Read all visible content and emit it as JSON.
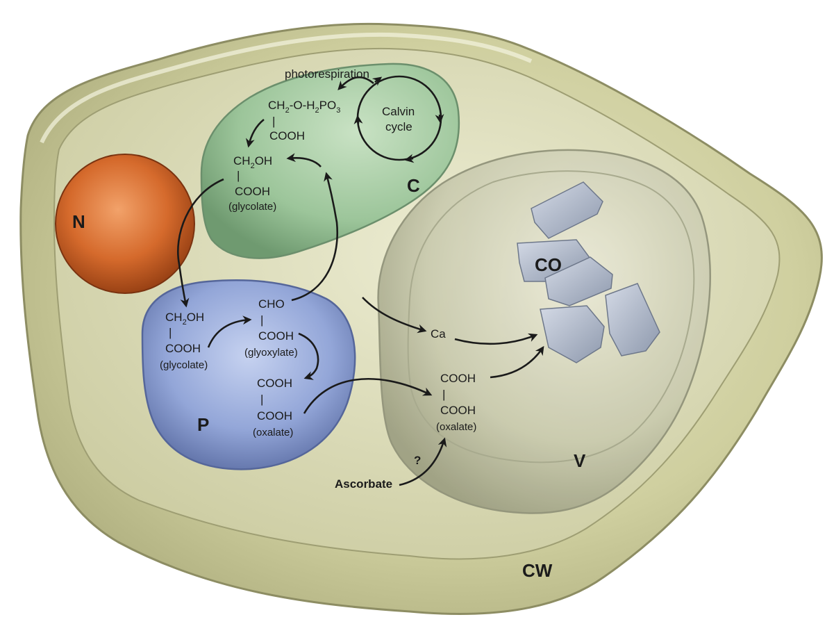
{
  "colors": {
    "cell_wall": "#c9c99a",
    "cytoplasm": "#d8d8ae",
    "chloroplast": "#9cc59a",
    "nucleus": "#c9571e",
    "peroxisome": "#8fa3d6",
    "vacuole": "#c2c4a6",
    "crystal": "#a9b3c3"
  },
  "organelles": {
    "cell_wall": "CW",
    "chloroplast": "C",
    "nucleus": "N",
    "peroxisome": "P",
    "vacuole": "V",
    "crystals": "CO"
  },
  "chloroplast": {
    "photorespiration": "photorespiration",
    "phosphoglycolate": {
      "a": "CH",
      "a_sub": "2",
      "b": "-O-H",
      "b_sub": "2",
      "c": "PO",
      "c_sub": "3"
    },
    "cooh": "COOH",
    "calvin_1": "Calvin",
    "calvin_2": "cycle",
    "glycolate": {
      "ch2oh": "CH",
      "ch2oh_sub": "2",
      "ch2oh_tail": "OH",
      "cooh": "COOH",
      "name": "(glycolate)"
    }
  },
  "peroxisome": {
    "glycolate": {
      "ch2oh": "CH",
      "ch2oh_sub": "2",
      "ch2oh_tail": "OH",
      "cooh": "COOH",
      "name": "(glycolate)"
    },
    "glyoxylate": {
      "cho": "CHO",
      "cooh": "COOH",
      "name": "(glyoxylate)"
    },
    "oxalate": {
      "cooh1": "COOH",
      "cooh2": "COOH",
      "name": "(oxalate)"
    }
  },
  "vacuole": {
    "ca": "Ca",
    "oxalate": {
      "cooh1": "COOH",
      "cooh2": "COOH",
      "name": "(oxalate)"
    },
    "question": "?",
    "ascorbate": "Ascorbate"
  },
  "bond": "|"
}
